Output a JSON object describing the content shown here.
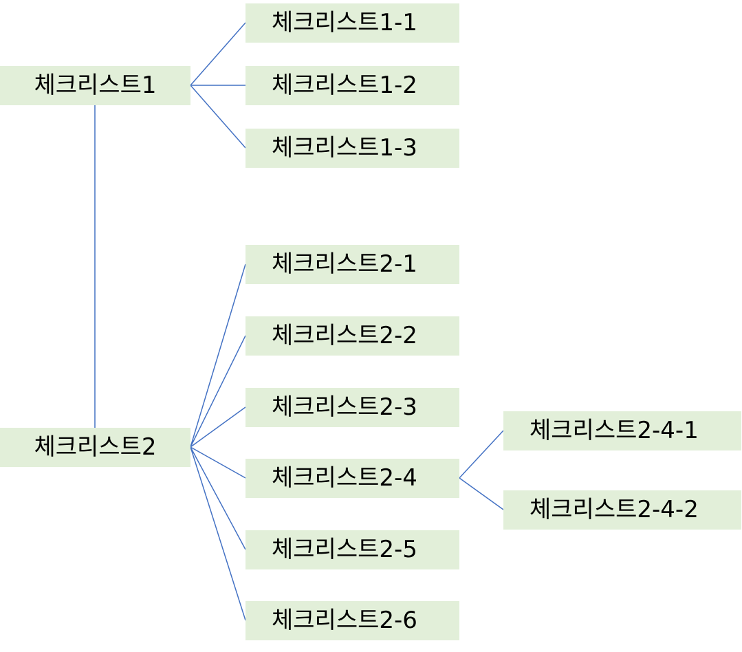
{
  "colors": {
    "node_fill": "#e2efd9",
    "connector": "#4472c4",
    "text": "#000000"
  },
  "tree": {
    "root1": {
      "label": "체크리스트1",
      "children": [
        "체크리스트1-1",
        "체크리스트1-2",
        "체크리스트1-3"
      ]
    },
    "root2": {
      "label": "체크리스트2",
      "children": [
        "체크리스트2-1",
        "체크리스트2-2",
        "체크리스트2-3",
        "체크리스트2-4",
        "체크리스트2-5",
        "체크리스트2-6"
      ],
      "sub": {
        "parent": "체크리스트2-4",
        "children": [
          "체크리스트2-4-1",
          "체크리스트2-4-2"
        ]
      }
    }
  }
}
